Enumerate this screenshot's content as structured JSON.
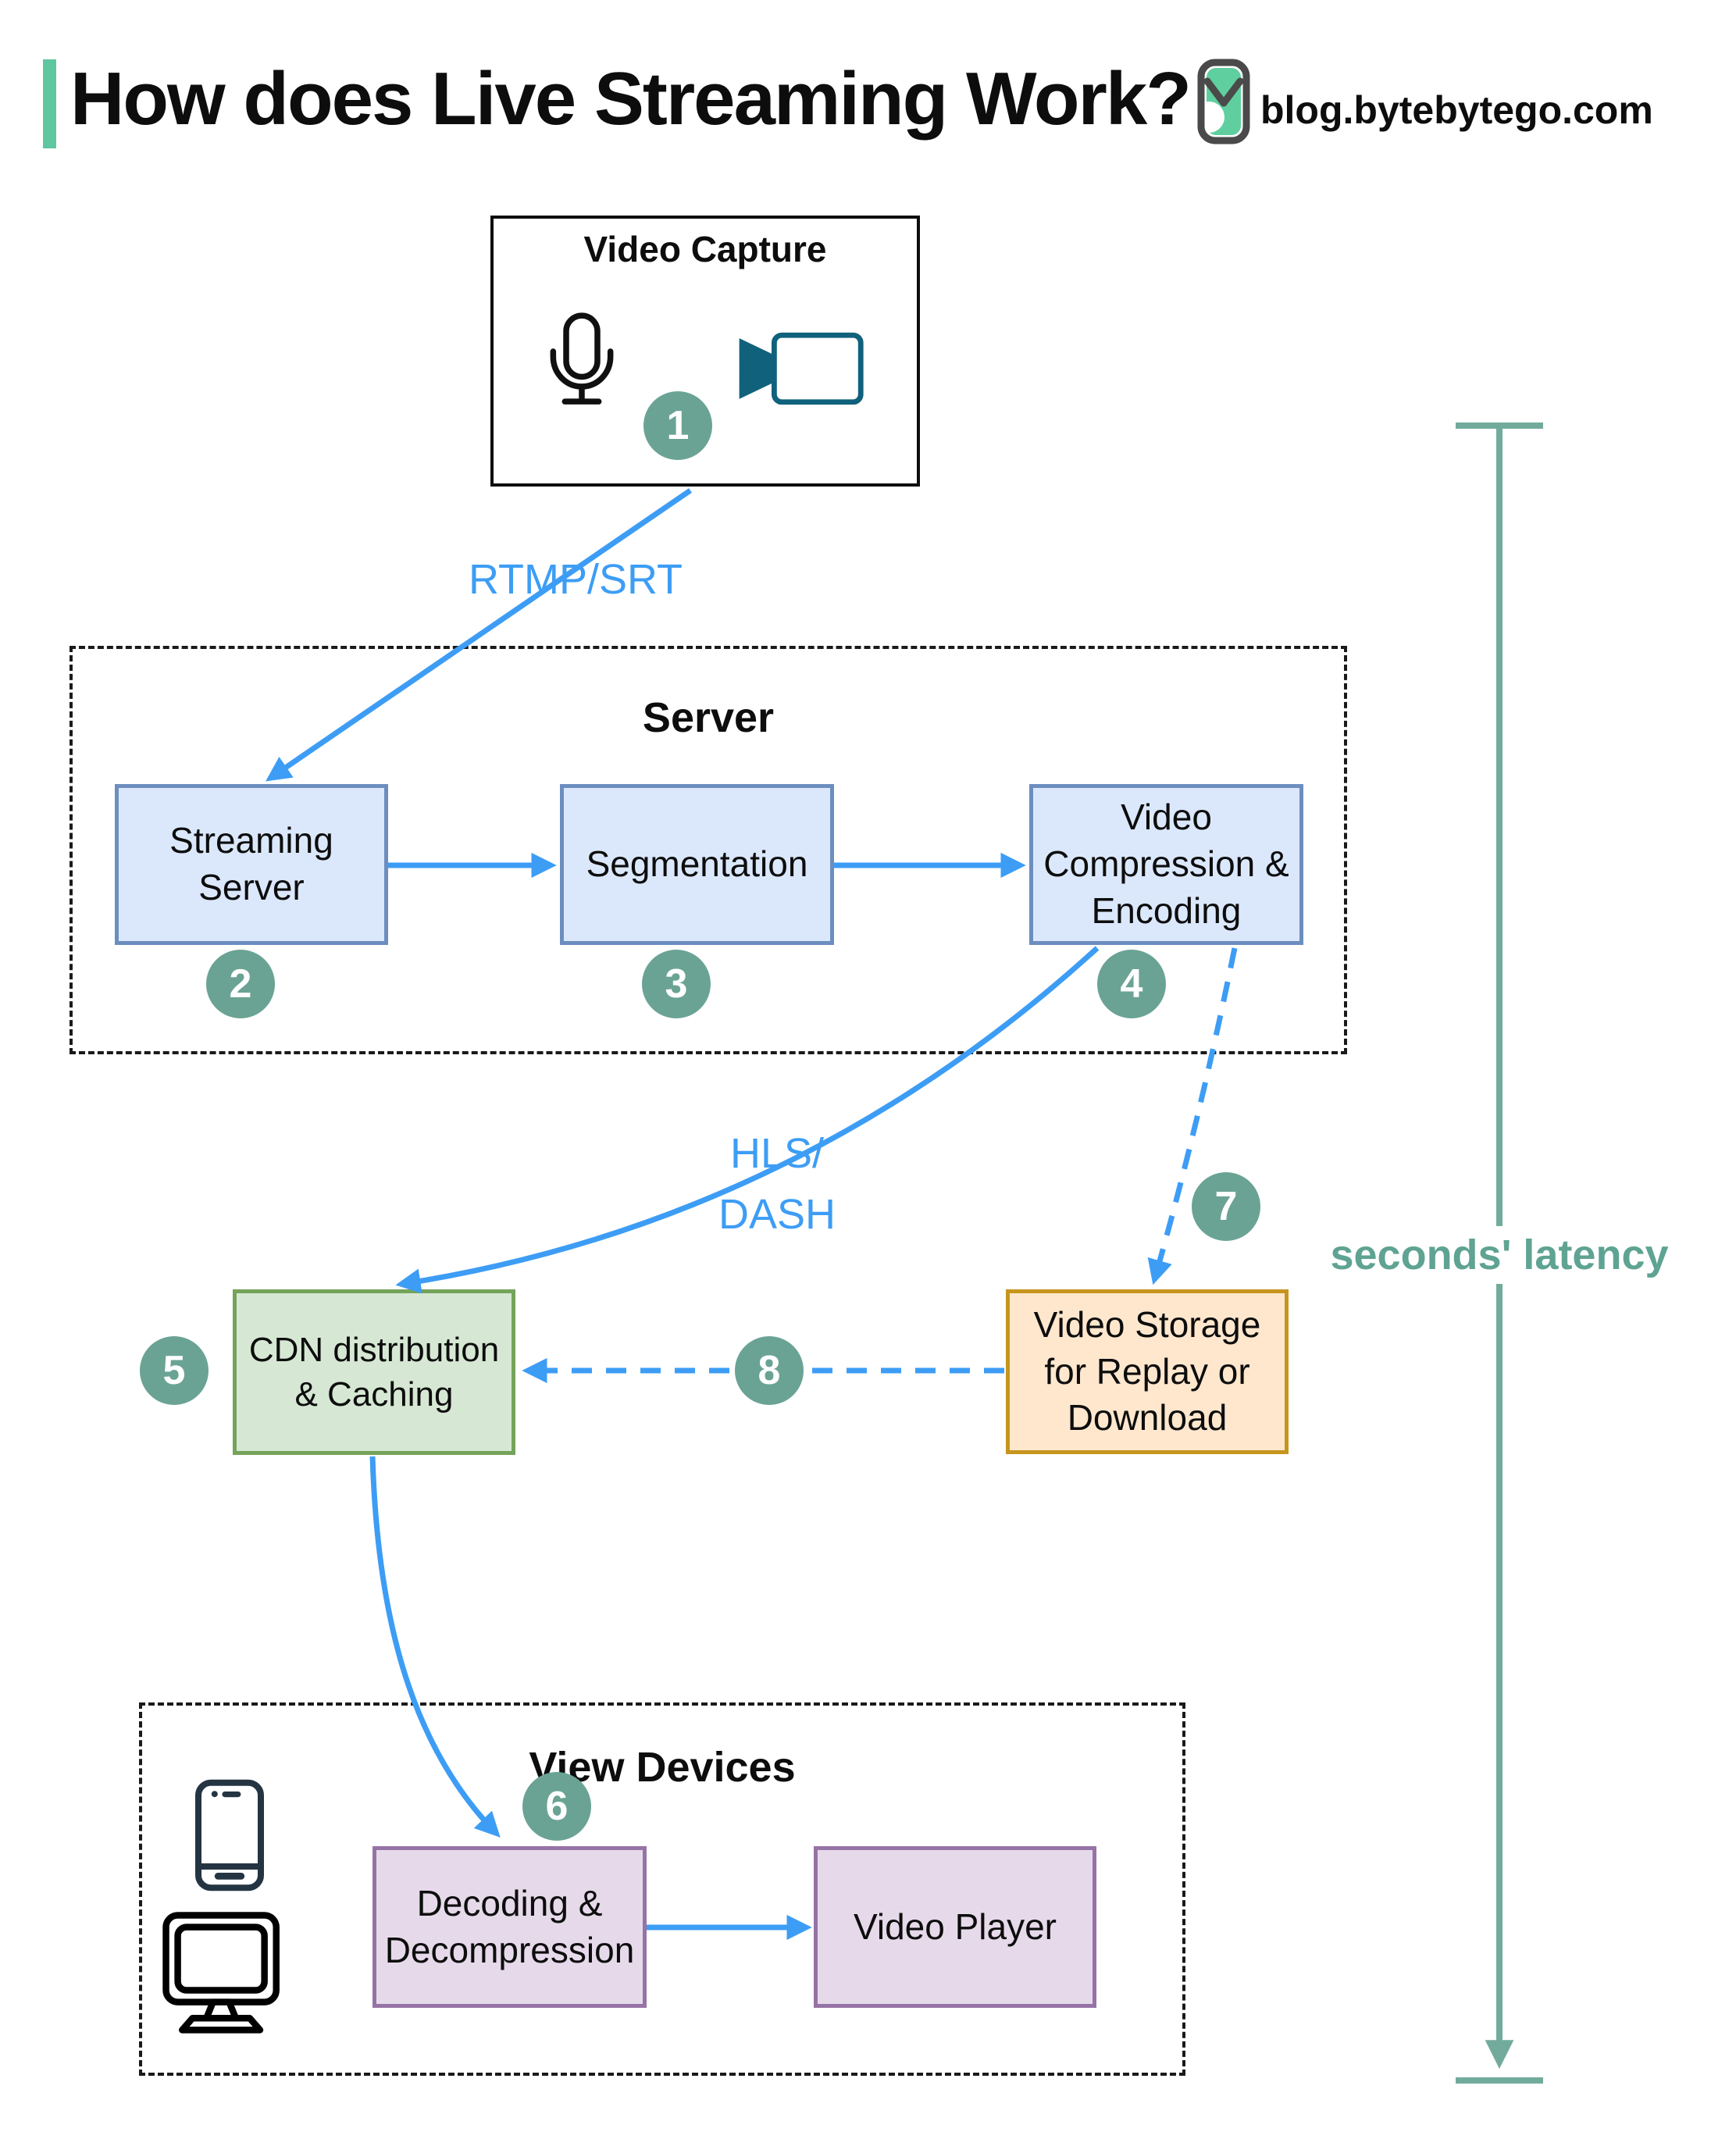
{
  "header": {
    "title": "How does Live Streaming Work?",
    "site": "blog.bytebytego.com"
  },
  "groups": {
    "server": "Server",
    "view_devices": "View Devices"
  },
  "nodes": {
    "video_capture": "Video Capture",
    "streaming_server": "Streaming\nServer",
    "segmentation": "Segmentation",
    "video_compression": "Video\nCompression &\nEncoding",
    "cdn": "CDN distribution\n& Caching",
    "video_storage": "Video Storage\nfor Replay or\nDownload",
    "decoding": "Decoding &\nDecompression",
    "video_player": "Video Player"
  },
  "edge_labels": {
    "ingest_protocol": "RTMP/SRT",
    "delivery_protocol": "HLS/\nDASH",
    "latency": "seconds' latency"
  },
  "steps": {
    "s1": "1",
    "s2": "2",
    "s3": "3",
    "s4": "4",
    "s5": "5",
    "s6": "6",
    "s7": "7",
    "s8": "8"
  },
  "colors": {
    "accent_green": "#5ec7a0",
    "arrow_blue": "#3d9df5",
    "badge_teal": "#6aa394",
    "latency_teal": "#72ab9c",
    "box_blue_fill": "#dbe8fc",
    "box_blue_border": "#6c8ebf",
    "box_green_fill": "#d6e8d3",
    "box_green_border": "#74a359",
    "box_orange_fill": "#ffe7ce",
    "box_orange_border": "#c6951d",
    "box_purple_fill": "#e6daea",
    "box_purple_border": "#9673a6"
  }
}
